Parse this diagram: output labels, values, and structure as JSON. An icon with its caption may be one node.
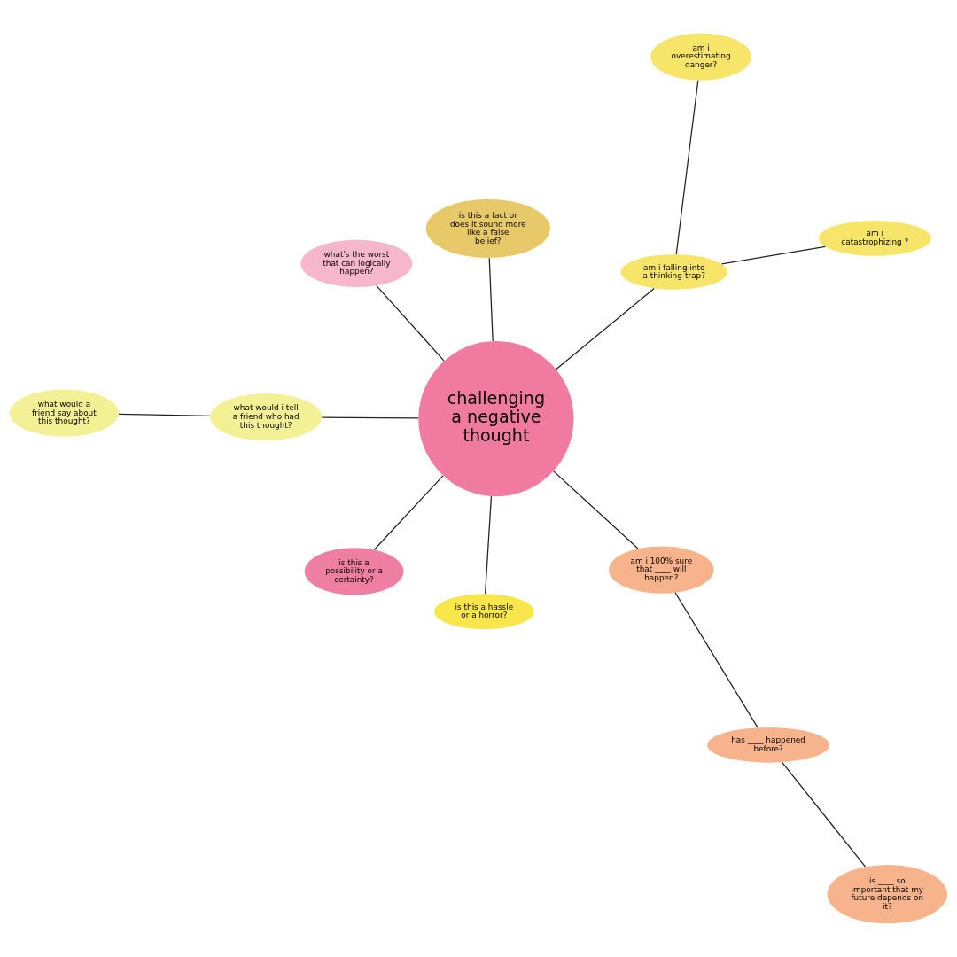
{
  "diagram": {
    "nodes": [
      {
        "text": [
          "challenging a negative thought"
        ]
      },
      {
        "text": [
          "am i overestimating danger?"
        ]
      },
      {
        "text": [
          "am i catastrophizing ?"
        ]
      },
      {
        "text": [
          "am i falling into a thinking-trap?"
        ]
      },
      {
        "text": [
          "is this a fact or does it sound more like a false belief?"
        ]
      },
      {
        "text": [
          "what's the worst that can logically happen?"
        ]
      },
      {
        "text": [
          "is this a possibility or a certainty?"
        ]
      },
      {
        "text": [
          "am i 100% sure that ____ will happen?"
        ]
      },
      {
        "text": [
          "is this a hassle or a horror?"
        ]
      },
      {
        "text": [
          "what would i tell a friend who had this thought?"
        ]
      },
      {
        "text": [
          "has ____ happened before?"
        ]
      },
      {
        "text": [
          "what would a friend say about this thought?"
        ]
      },
      {
        "text": [
          "is ____ so important that my future depends on it?"
        ]
      }
    ],
    "edges": [
      {
        "from": 1,
        "to": 3,
        "arrow": "none"
      },
      {
        "from": 2,
        "to": 3,
        "arrow": "none"
      },
      {
        "from": 3,
        "to": 0,
        "arrow": "none"
      },
      {
        "from": 4,
        "to": 0,
        "arrow": "none"
      },
      {
        "from": 5,
        "to": 0,
        "arrow": "none"
      },
      {
        "from": 6,
        "to": 0,
        "arrow": "none"
      },
      {
        "from": 7,
        "to": 0,
        "arrow": "none"
      },
      {
        "from": 8,
        "to": 0,
        "arrow": "none"
      },
      {
        "from": 9,
        "to": 0,
        "arrow": "none"
      },
      {
        "from": 7,
        "to": 10,
        "arrow": "none"
      },
      {
        "from": 10,
        "to": 12,
        "arrow": "none"
      },
      {
        "from": 9,
        "to": 11,
        "arrow": "none"
      }
    ]
  }
}
